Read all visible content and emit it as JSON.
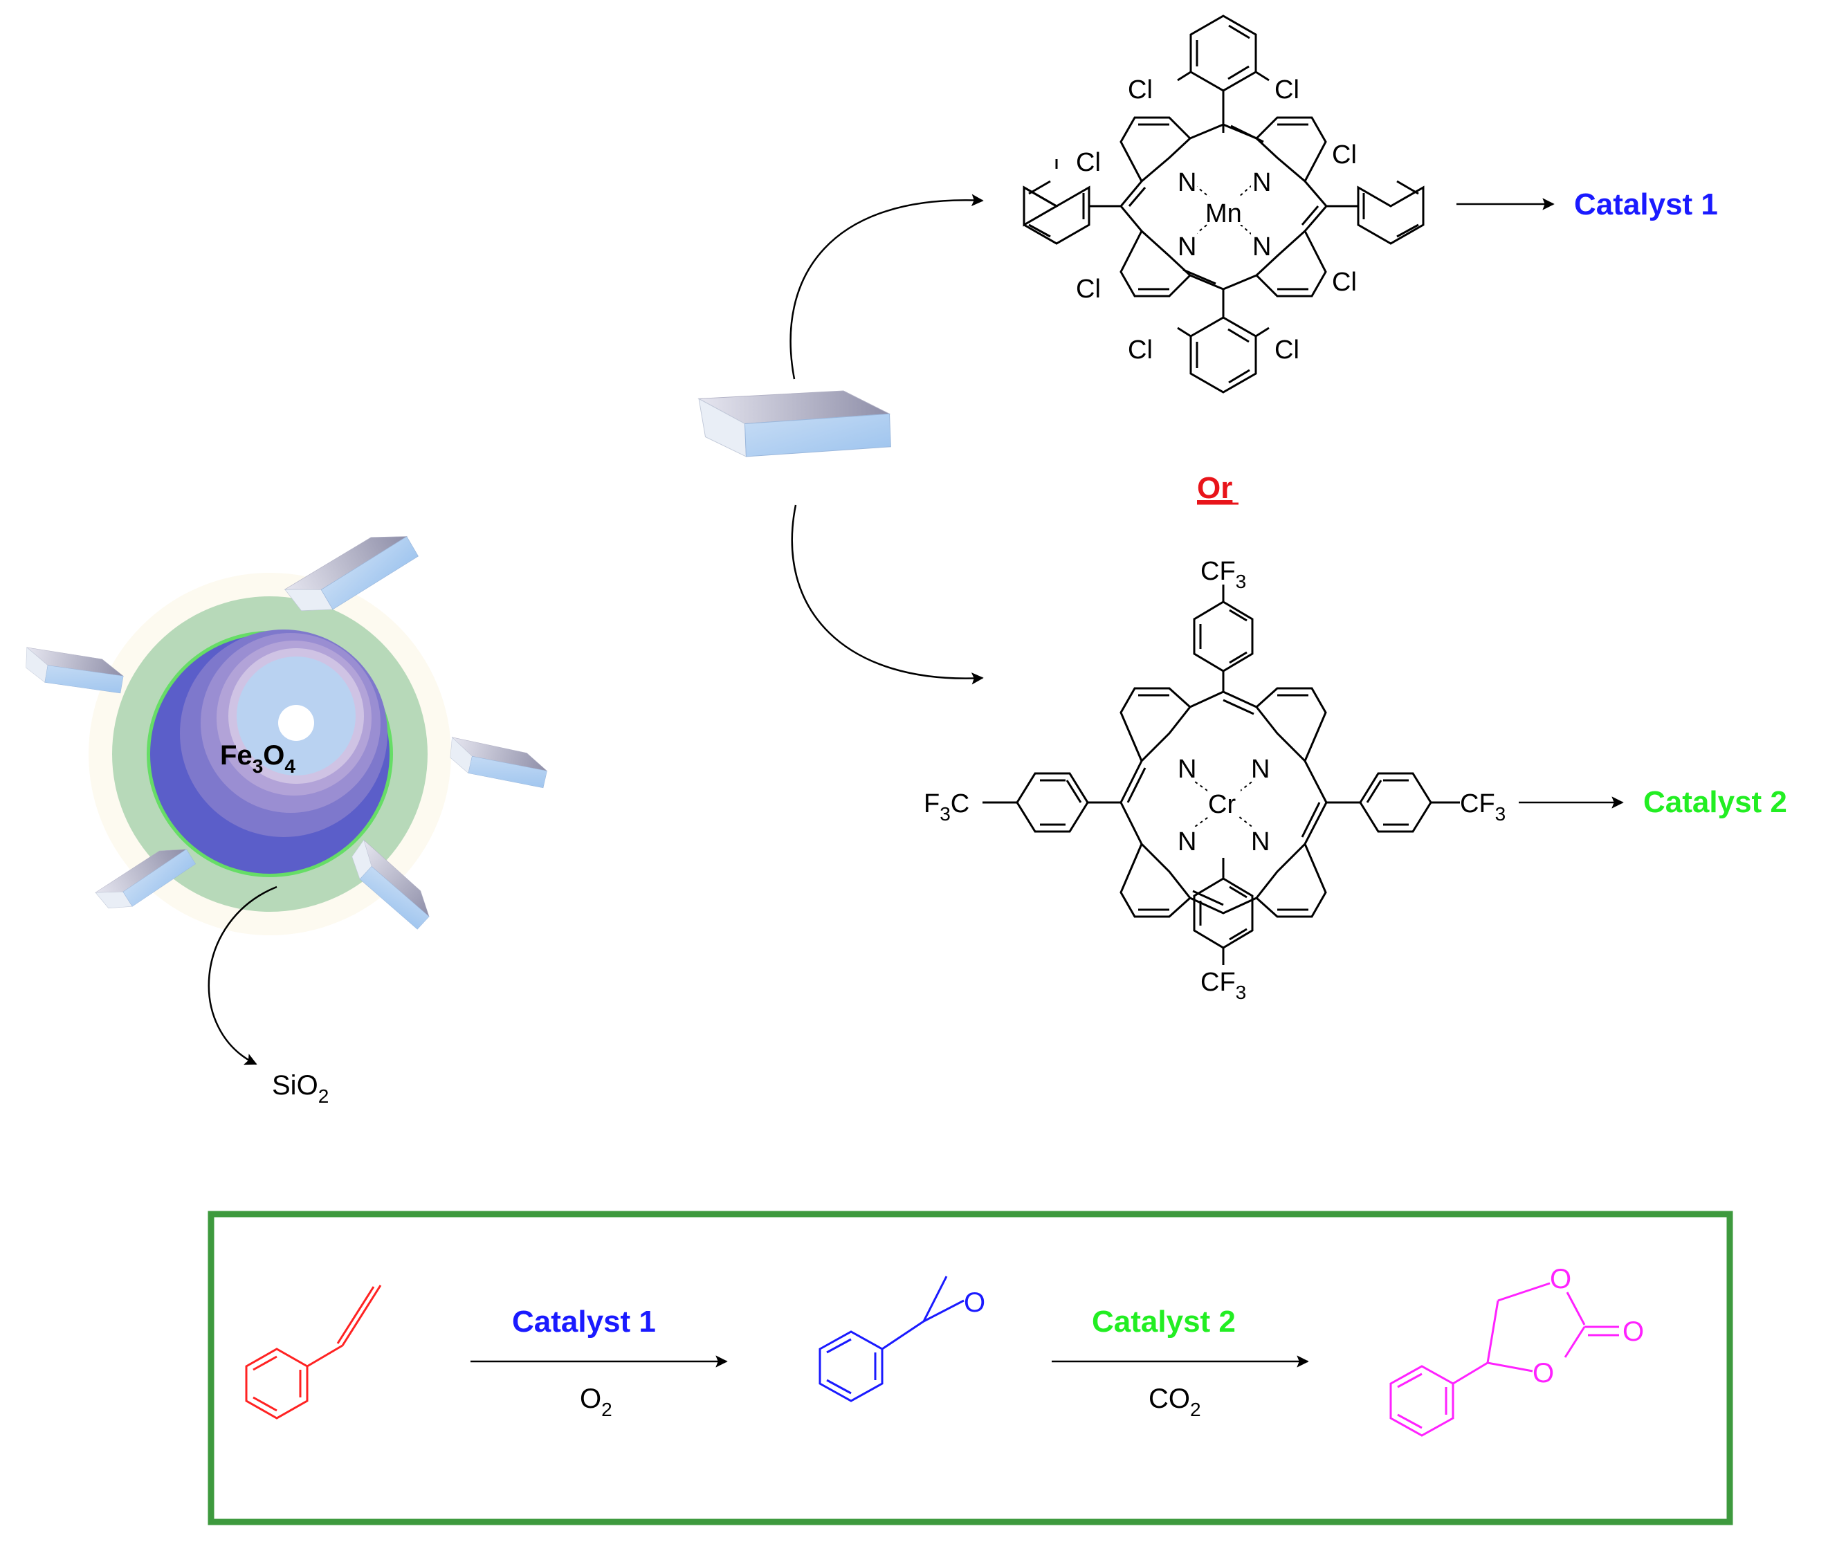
{
  "nanoparticle": {
    "core_label_main": "Fe",
    "core_label_sub1": "3",
    "core_label_mid": "O",
    "core_label_sub2": "4",
    "shell_label_main": "SiO",
    "shell_label_sub": "2"
  },
  "porphyrin_mn": {
    "metal": "Mn",
    "nitrogen": "N",
    "substituent": "Cl"
  },
  "porphyrin_cr": {
    "metal": "Cr",
    "nitrogen": "N",
    "cf3_main": "CF",
    "cf3_sub": "3",
    "f3c_pre": "F",
    "f3c_sub": "3",
    "f3c_post": "C"
  },
  "or_label": "Or",
  "catalyst1_label": "Catalyst 1",
  "catalyst2_label": "Catalyst 2",
  "reaction": {
    "step1_catalyst": "Catalyst 1",
    "step1_reagent_main": "O",
    "step1_reagent_sub": "2",
    "step2_catalyst": "Catalyst 2",
    "step2_reagent_main": "CO",
    "step2_reagent_sub": "2",
    "epoxide_oxygen": "O",
    "carbonate_oxygen": "O"
  },
  "colors": {
    "catalyst1": "#1a1aff",
    "catalyst2": "#22ee22",
    "or": "#e8141a",
    "styrene": "#ff2222",
    "epoxide": "#1a1aff",
    "carbonate": "#ff22ff",
    "frame": "#3e9a3e"
  }
}
